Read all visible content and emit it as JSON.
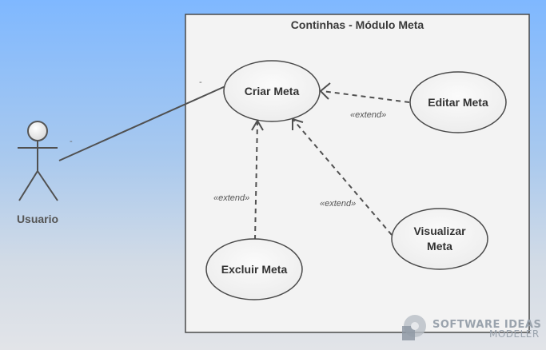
{
  "diagram": {
    "boundary_title": "Continhas - Módulo Meta",
    "actor": {
      "label": "Usuario"
    },
    "association_marks": {
      "actor_end": "-",
      "usecase_end": "-"
    },
    "use_cases": {
      "criar": "Criar Meta",
      "editar": "Editar Meta",
      "visualizar_line1": "Visualizar",
      "visualizar_line2": "Meta",
      "excluir": "Excluir Meta"
    },
    "relations": [
      {
        "from": "Editar Meta",
        "to": "Criar Meta",
        "label": "«extend»"
      },
      {
        "from": "Excluir Meta",
        "to": "Criar Meta",
        "label": "«extend»"
      },
      {
        "from": "Visualizar Meta",
        "to": "Criar Meta",
        "label": "«extend»"
      }
    ]
  },
  "watermark": {
    "line1": "SOFTWARE IDEAS",
    "line2": "MODELER"
  },
  "colors": {
    "line": "#505050",
    "usecase_fill": "#f2f2f2",
    "boundary_fill": "#f3f3f3"
  }
}
